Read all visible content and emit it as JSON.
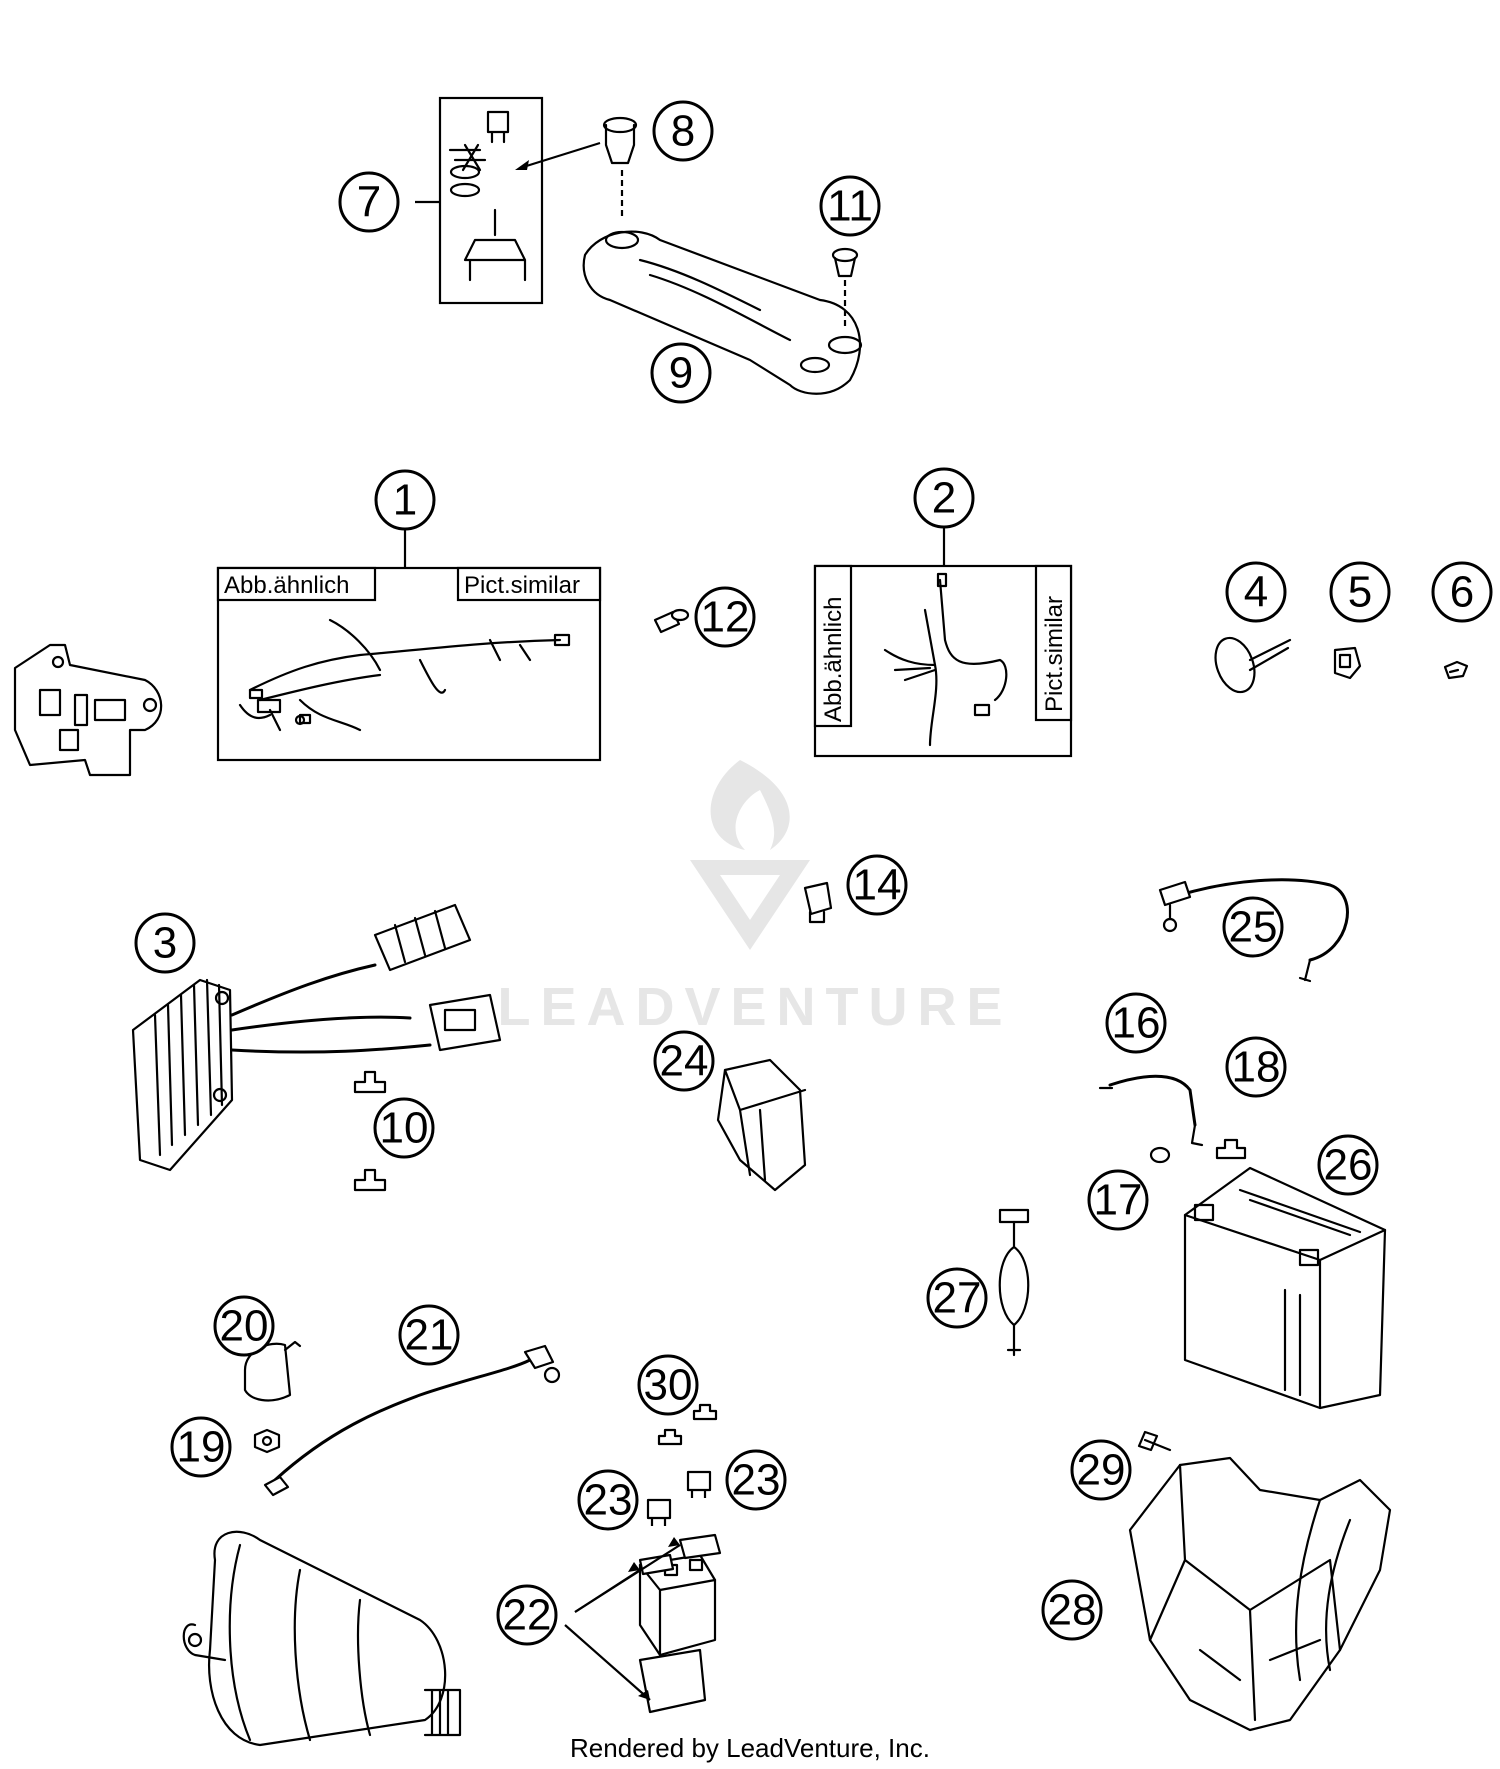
{
  "diagram": {
    "callouts": [
      "1",
      "2",
      "3",
      "4",
      "5",
      "6",
      "7",
      "8",
      "9",
      "10",
      "11",
      "12",
      "14",
      "16",
      "17",
      "18",
      "19",
      "20",
      "21",
      "22",
      "23",
      "24",
      "25",
      "26",
      "27",
      "28",
      "29",
      "30"
    ],
    "box1": {
      "label_left": "Abb.ähnlich",
      "label_right": "Pict.similar"
    },
    "box2": {
      "label_left": "Abb.ähnlich",
      "label_right": "Pict.similar"
    },
    "watermark": {
      "text": "LEADVENTURE"
    },
    "footer": "Rendered by LeadVenture, Inc."
  }
}
